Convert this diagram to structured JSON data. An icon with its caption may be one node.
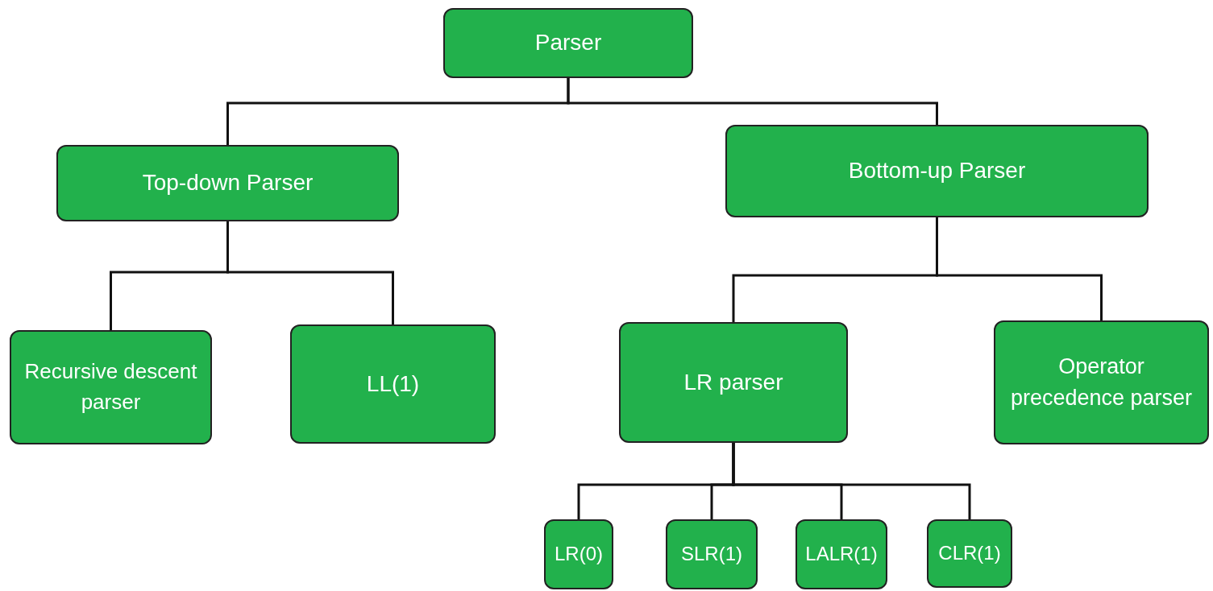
{
  "diagram": {
    "nodes": [
      {
        "text": [
          "Parser"
        ]
      },
      {
        "text": [
          "Top-down Parser"
        ]
      },
      {
        "text": [
          "Bottom-up Parser"
        ]
      },
      {
        "text": [
          "Recursive descent parser"
        ]
      },
      {
        "text": [
          "LL(1)"
        ]
      },
      {
        "text": [
          "LR parser"
        ]
      },
      {
        "text": [
          "Operator precedence parser"
        ]
      },
      {
        "text": [
          "LR(0)"
        ]
      },
      {
        "text": [
          "SLR(1)"
        ]
      },
      {
        "text": [
          "LALR(1)"
        ]
      },
      {
        "text": [
          "CLR(1)"
        ]
      }
    ],
    "edges": [
      {
        "from": 0,
        "to": 1,
        "arrow": "none"
      },
      {
        "from": 0,
        "to": 2,
        "arrow": "none"
      },
      {
        "from": 1,
        "to": 3,
        "arrow": "none"
      },
      {
        "from": 1,
        "to": 4,
        "arrow": "none"
      },
      {
        "from": 2,
        "to": 5,
        "arrow": "none"
      },
      {
        "from": 2,
        "to": 6,
        "arrow": "none"
      },
      {
        "from": 5,
        "to": 7,
        "arrow": "none"
      },
      {
        "from": 5,
        "to": 8,
        "arrow": "none"
      },
      {
        "from": 5,
        "to": 9,
        "arrow": "none"
      },
      {
        "from": 5,
        "to": 10,
        "arrow": "none"
      }
    ]
  }
}
